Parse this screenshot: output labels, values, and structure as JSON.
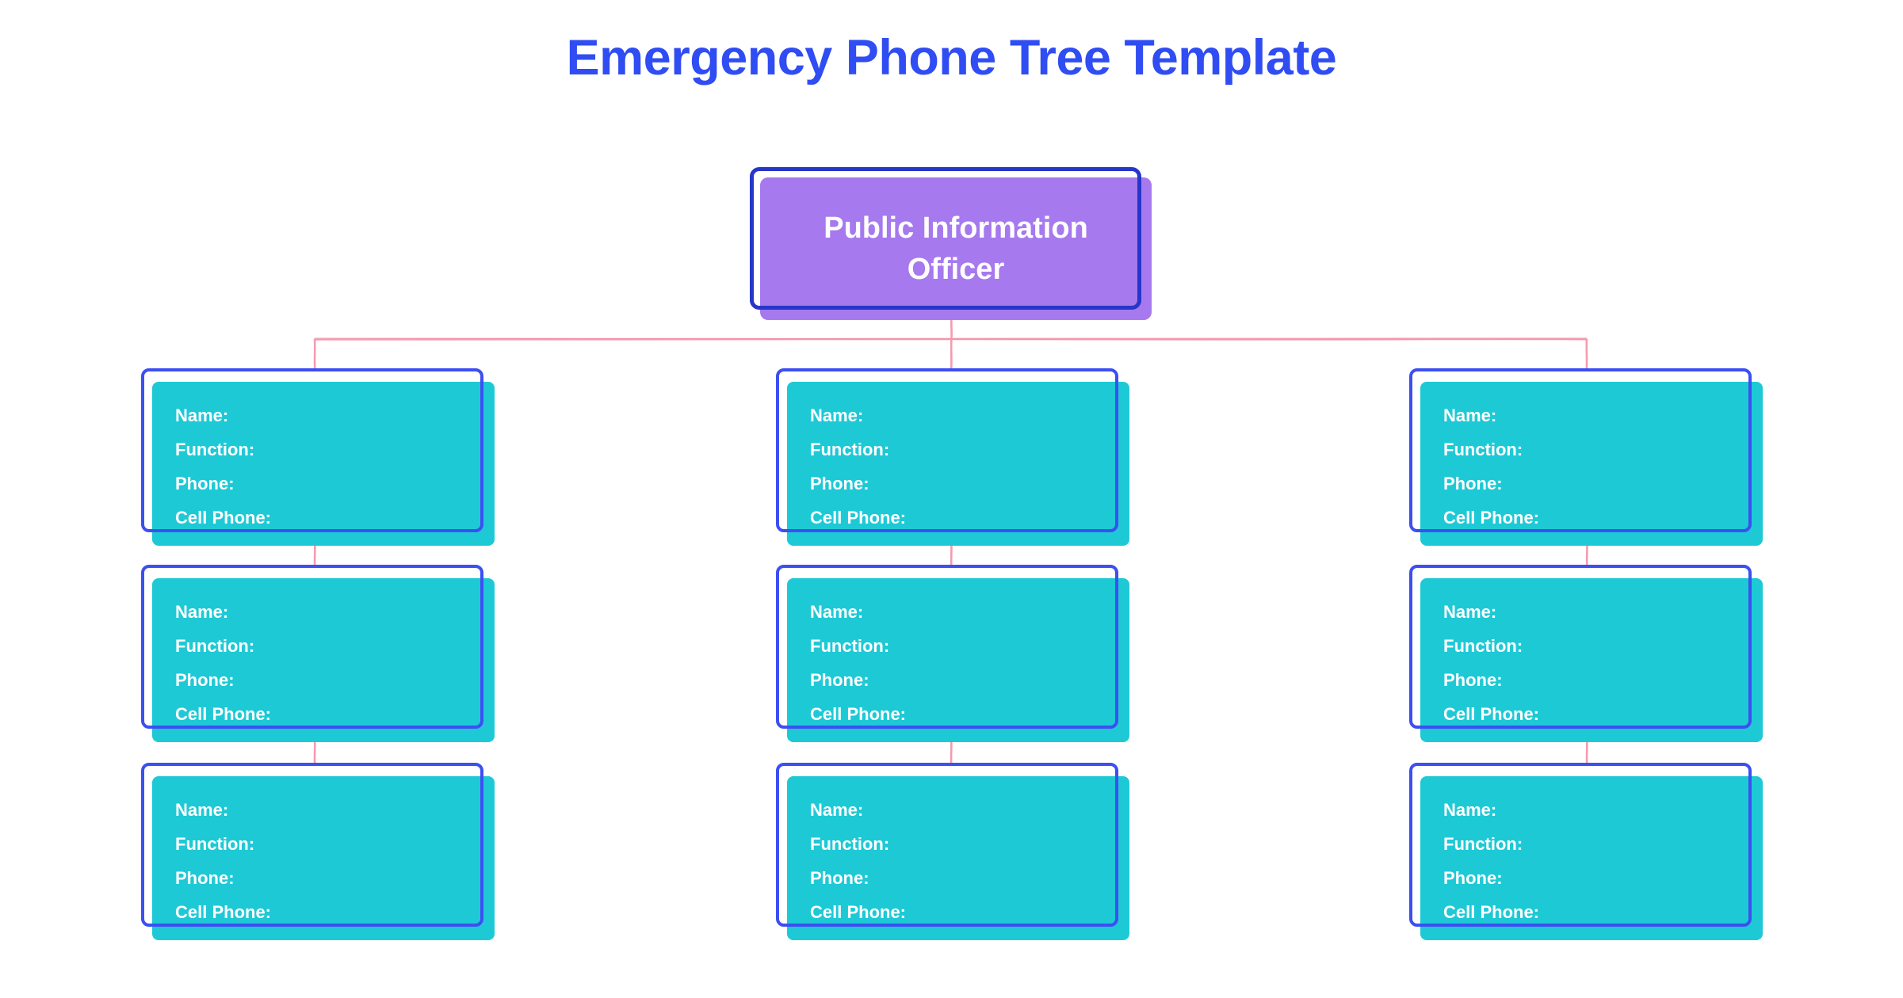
{
  "title": {
    "text": "Emergency Phone Tree Template"
  },
  "root_node": {
    "label": "Public Information Officer"
  },
  "field_labels": [
    "Name:",
    "Function:",
    "Phone:",
    "Cell Phone:"
  ],
  "structure": {
    "columns": 3,
    "boxes_per_column": 3,
    "root_children": 3
  },
  "colors": {
    "title_text": "#2f4df2",
    "root_fill": "#a679ee",
    "root_outline": "#2636c9",
    "box_fill": "#1ec9d6",
    "box_outline": "#3c4ff2",
    "connector": "#f59bb0",
    "label_text": "#ffffff",
    "background": "#ffffff"
  }
}
